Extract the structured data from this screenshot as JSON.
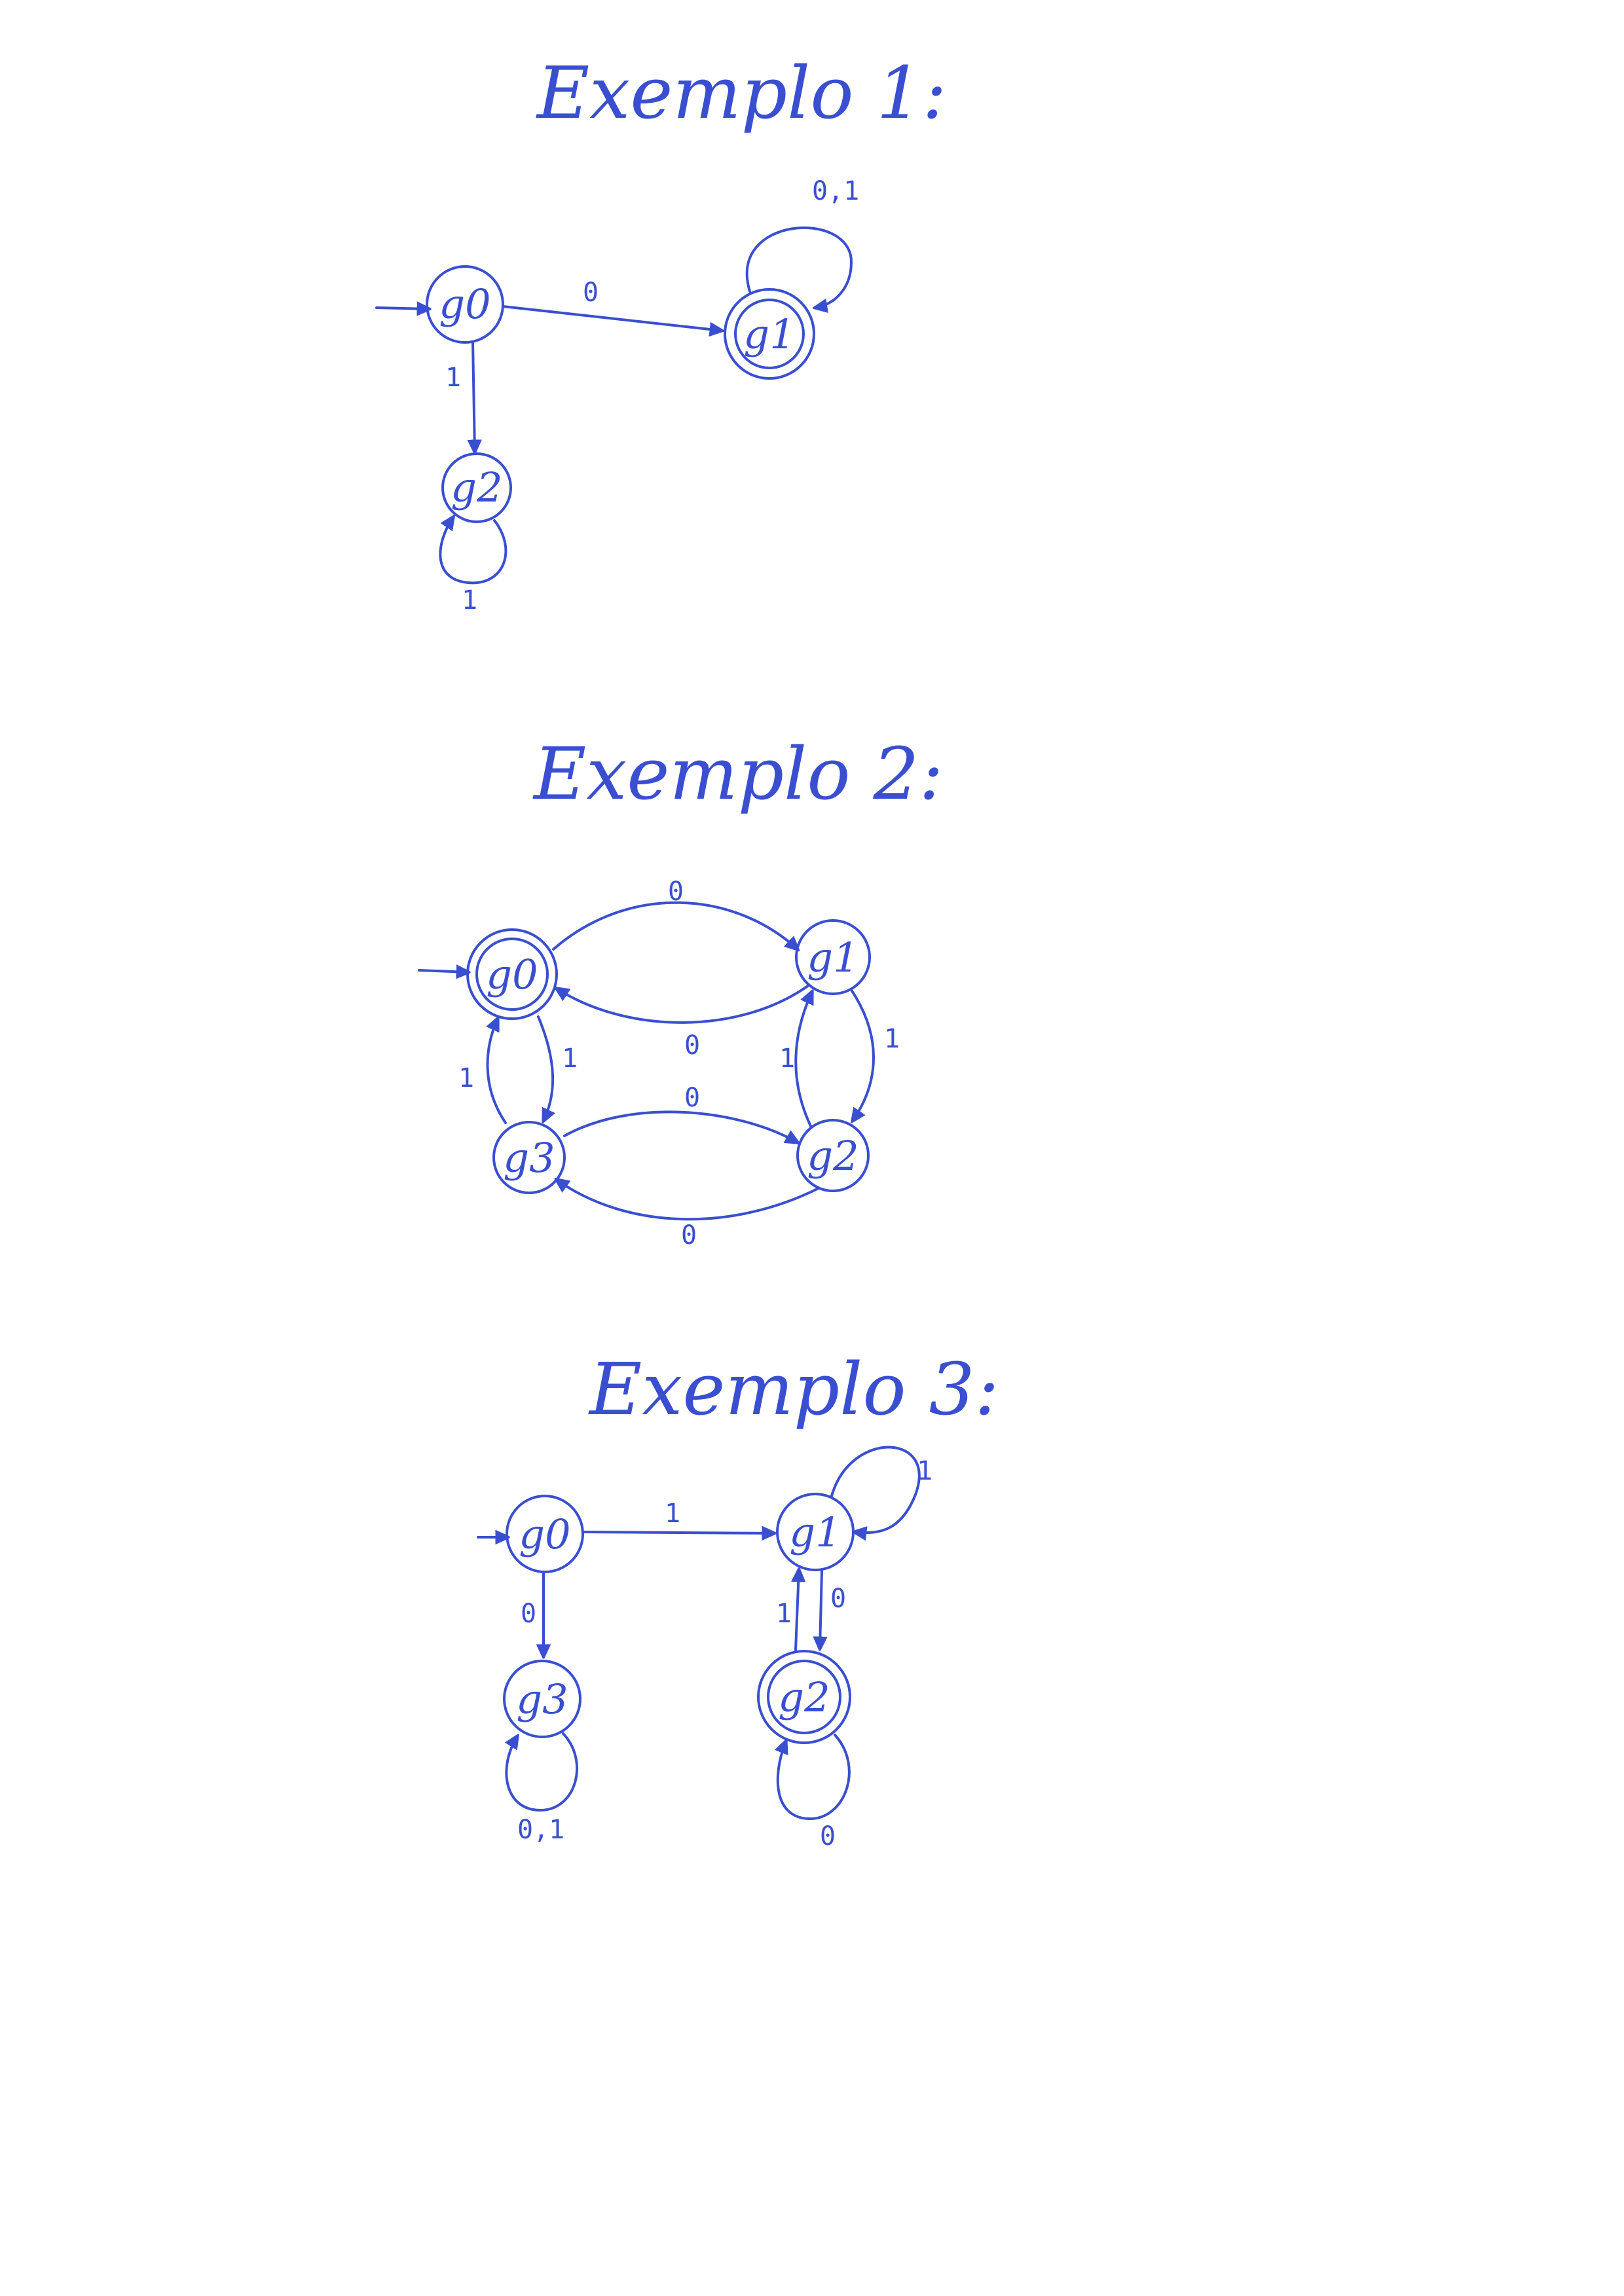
{
  "colors": {
    "ink": "#3a4fd0",
    "paper": "#ffffff"
  },
  "examples": [
    {
      "title": "Exemplo 1:",
      "states": [
        {
          "id": "q0",
          "label": "g0",
          "initial": true,
          "accepting": false
        },
        {
          "id": "q1",
          "label": "g1",
          "initial": false,
          "accepting": true
        },
        {
          "id": "q2",
          "label": "g2",
          "initial": false,
          "accepting": false
        }
      ],
      "transitions": [
        {
          "from": "q0",
          "to": "q1",
          "label": "0"
        },
        {
          "from": "q0",
          "to": "q2",
          "label": "1"
        },
        {
          "from": "q1",
          "to": "q1",
          "label": "0,1"
        },
        {
          "from": "q2",
          "to": "q2",
          "label": "1"
        }
      ]
    },
    {
      "title": "Exemplo 2:",
      "states": [
        {
          "id": "q0",
          "label": "g0",
          "initial": true,
          "accepting": true
        },
        {
          "id": "q1",
          "label": "g1",
          "initial": false,
          "accepting": false
        },
        {
          "id": "q2",
          "label": "g2",
          "initial": false,
          "accepting": false
        },
        {
          "id": "q3",
          "label": "g3",
          "initial": false,
          "accepting": false
        }
      ],
      "transitions": [
        {
          "from": "q0",
          "to": "q1",
          "label": "0"
        },
        {
          "from": "q1",
          "to": "q0",
          "label": "0"
        },
        {
          "from": "q0",
          "to": "q3",
          "label": "1"
        },
        {
          "from": "q3",
          "to": "q0",
          "label": "1"
        },
        {
          "from": "q1",
          "to": "q2",
          "label": "1"
        },
        {
          "from": "q2",
          "to": "q1",
          "label": "1"
        },
        {
          "from": "q3",
          "to": "q2",
          "label": "0"
        },
        {
          "from": "q2",
          "to": "q3",
          "label": "0"
        }
      ]
    },
    {
      "title": "Exemplo 3:",
      "states": [
        {
          "id": "q0",
          "label": "g0",
          "initial": true,
          "accepting": false
        },
        {
          "id": "q1",
          "label": "g1",
          "initial": false,
          "accepting": false
        },
        {
          "id": "q2",
          "label": "g2",
          "initial": false,
          "accepting": true
        },
        {
          "id": "q3",
          "label": "g3",
          "initial": false,
          "accepting": false
        }
      ],
      "transitions": [
        {
          "from": "q0",
          "to": "q1",
          "label": "1"
        },
        {
          "from": "q0",
          "to": "q3",
          "label": "0"
        },
        {
          "from": "q1",
          "to": "q1",
          "label": "1"
        },
        {
          "from": "q1",
          "to": "q2",
          "label": "0"
        },
        {
          "from": "q2",
          "to": "q1",
          "label": "1"
        },
        {
          "from": "q2",
          "to": "q2",
          "label": "0"
        },
        {
          "from": "q3",
          "to": "q3",
          "label": "0,1"
        }
      ]
    }
  ]
}
